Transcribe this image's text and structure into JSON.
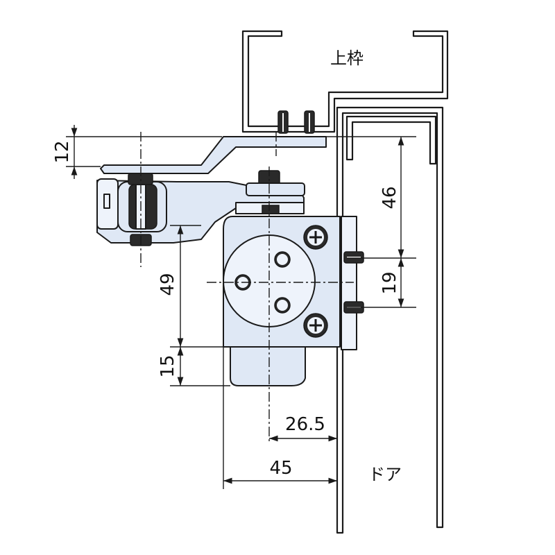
{
  "labels": {
    "upper_frame": "上枠",
    "door": "ドア"
  },
  "dimensions": {
    "d12": "12",
    "d46": "46",
    "d49": "49",
    "d19": "19",
    "d15": "15",
    "d26_5": "26.5",
    "d45": "45"
  },
  "colors": {
    "part_fill": "#dfe8f5",
    "line": "#1a1a1a",
    "background": "#ffffff"
  }
}
